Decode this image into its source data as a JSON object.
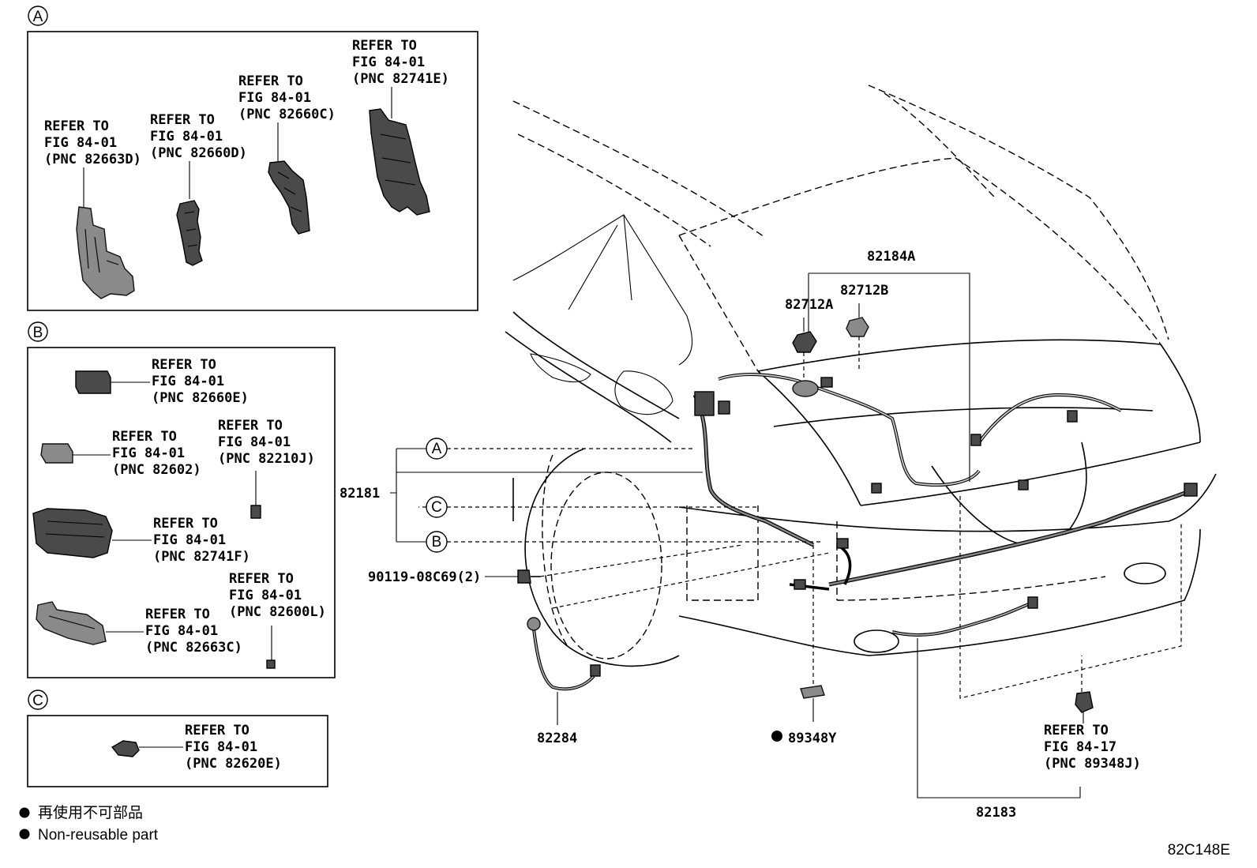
{
  "section_a": {
    "marker": "A",
    "callouts": [
      {
        "line1": "REFER TO",
        "line2": "FIG 84-01",
        "line3": "(PNC 82663D)"
      },
      {
        "line1": "REFER TO",
        "line2": "FIG 84-01",
        "line3": "(PNC 82660D)"
      },
      {
        "line1": "REFER TO",
        "line2": "FIG 84-01",
        "line3": "(PNC 82660C)"
      },
      {
        "line1": "REFER TO",
        "line2": "FIG 84-01",
        "line3": "(PNC 82741E)"
      }
    ]
  },
  "section_b": {
    "marker": "B",
    "callouts": [
      {
        "line1": "REFER TO",
        "line2": "FIG 84-01",
        "line3": "(PNC 82660E)"
      },
      {
        "line1": "REFER TO",
        "line2": "FIG 84-01",
        "line3": "(PNC 82602)"
      },
      {
        "line1": "REFER TO",
        "line2": "FIG 84-01",
        "line3": "(PNC 82210J)"
      },
      {
        "line1": "REFER TO",
        "line2": "FIG 84-01",
        "line3": "(PNC 82741F)"
      },
      {
        "line1": "REFER TO",
        "line2": "FIG 84-01",
        "line3": "(PNC 82600L)"
      },
      {
        "line1": "REFER TO",
        "line2": "FIG 84-01",
        "line3": "(PNC 82663C)"
      }
    ]
  },
  "section_c": {
    "marker": "C",
    "callouts": [
      {
        "line1": "REFER TO",
        "line2": "FIG 84-01",
        "line3": "(PNC 82620E)"
      }
    ]
  },
  "main": {
    "part_82181": "82181",
    "marker_a": "A",
    "marker_b": "B",
    "marker_c": "C",
    "part_90119": "90119-08C69(2)",
    "part_82284": "82284",
    "part_89348y": "89348Y",
    "part_82183": "82183",
    "part_82184a": "82184A",
    "part_82712b": "82712B",
    "part_82712a": "82712A",
    "refer_89348j": {
      "line1": "REFER TO",
      "line2": "FIG 84-17",
      "line3": "(PNC 89348J)"
    }
  },
  "legend": {
    "jp": "再使用不可部品",
    "en": "Non-reusable part"
  },
  "figure_id": "82C148E"
}
